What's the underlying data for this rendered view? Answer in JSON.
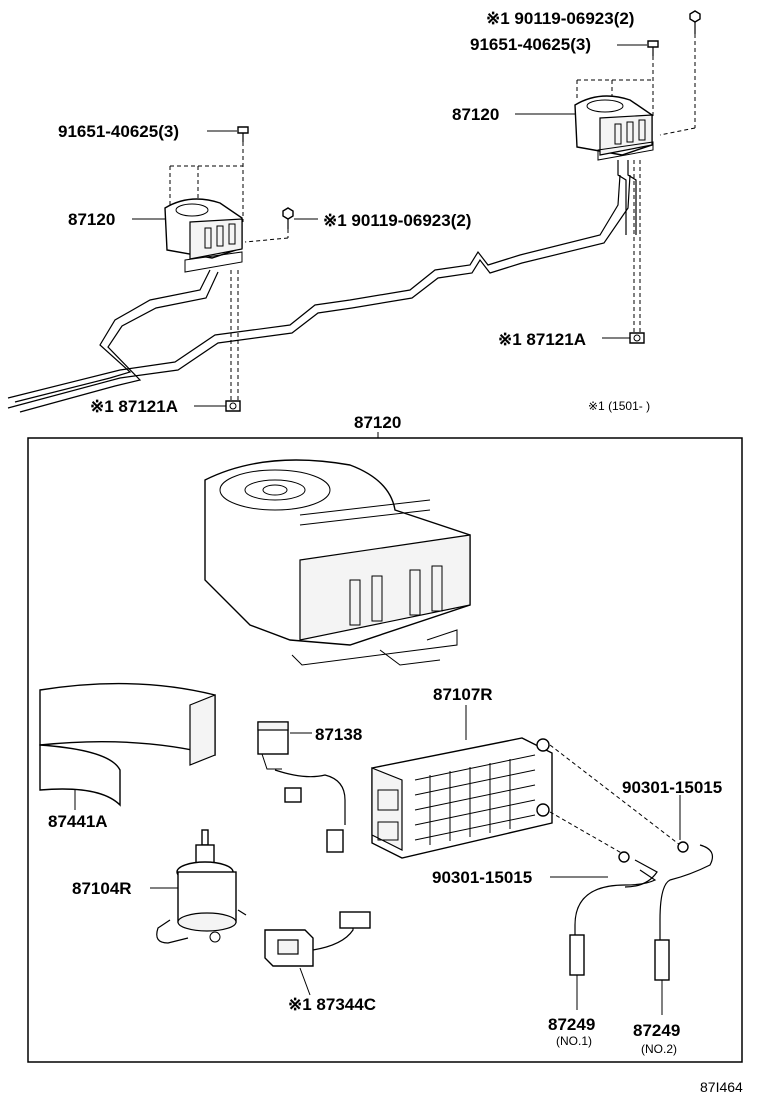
{
  "labels": {
    "bolt_top_right": "※1 90119-06923(2)",
    "screw_top_right": "91651-40625(3)",
    "heater_top_right": "87120",
    "screw_top_left": "91651-40625(3)",
    "heater_top_left": "87120",
    "bolt_mid": "※1 90119-06923(2)",
    "clamp_right": "※1 87121A",
    "clamp_left": "※1 87121A",
    "footnote": "※1 (1501-     )",
    "box_title": "87120",
    "core": "87107R",
    "relay": "87138",
    "grommet_a": "90301-15015",
    "cover": "87441A",
    "grommet_b": "90301-15015",
    "motor": "87104R",
    "resistor": "※1 87344C",
    "hose_1": "87249",
    "hose_1_note": "(NO.1)",
    "hose_2": "87249",
    "hose_2_note": "(NO.2)",
    "figure_id": "87I464"
  }
}
